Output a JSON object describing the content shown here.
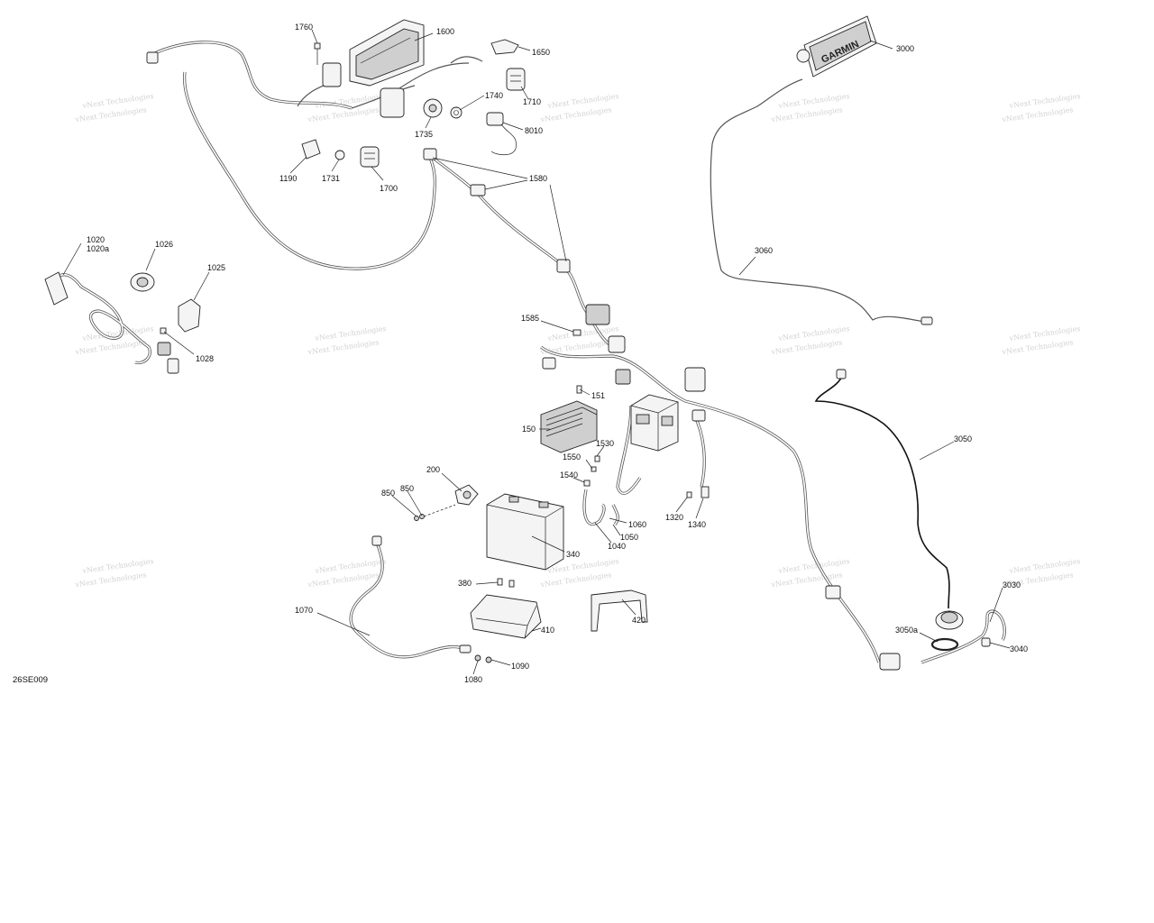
{
  "diagram_id": "26SE009",
  "watermark": {
    "line1": "vNext Technologies",
    "line2": "vNext Technologies"
  },
  "display_brand": "GARMIN",
  "labels": {
    "l1760": "1760",
    "l1600": "1600",
    "l1650": "1650",
    "l1710": "1710",
    "l1740": "1740",
    "l1735": "1735",
    "l8010": "8010",
    "l1190": "1190",
    "l1731": "1731",
    "l1700": "1700",
    "l1580": "1580",
    "l3000": "3000",
    "l3060": "3060",
    "l1020": "1020",
    "l1020a": "1020a",
    "l1026": "1026",
    "l1025": "1025",
    "l1028": "1028",
    "l1585": "1585",
    "l151": "151",
    "l150": "150",
    "l1530": "1530",
    "l1550": "1550",
    "l1540": "1540",
    "l200": "200",
    "l850a": "850",
    "l850b": "850",
    "l340": "340",
    "l1060": "1060",
    "l1050": "1050",
    "l1040": "1040",
    "l1320": "1320",
    "l1340": "1340",
    "l3050": "3050",
    "l380": "380",
    "l410": "410",
    "l420": "420",
    "l1070": "1070",
    "l1090": "1090",
    "l1080": "1080",
    "l3030": "3030",
    "l3050a": "3050a",
    "l3040": "3040"
  }
}
